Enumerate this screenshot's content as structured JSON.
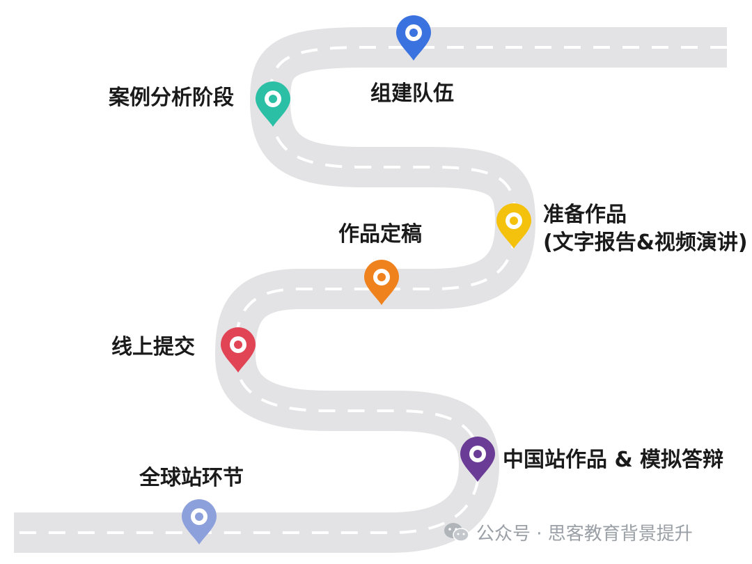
{
  "milestones": [
    {
      "id": "build-team",
      "label": "组建队伍",
      "color": "#3a72e0"
    },
    {
      "id": "case-analysis",
      "label": "案例分析阶段",
      "color": "#2bbfa5"
    },
    {
      "id": "prepare-work",
      "label": "准备作品",
      "sublabel": "(文字报告&视频演讲)",
      "color": "#f4c20d"
    },
    {
      "id": "finalize-work",
      "label": "作品定稿",
      "color": "#f0821e"
    },
    {
      "id": "online-submit",
      "label": "线上提交",
      "color": "#e04455"
    },
    {
      "id": "china-station",
      "label": "中国站作品 & 模拟答辩",
      "color": "#6a3c96"
    },
    {
      "id": "global-station",
      "label": "全球站环节",
      "color": "#8ca0dc"
    }
  ],
  "road": {
    "color": "#e3e3e5",
    "dash_color": "#ffffff"
  },
  "watermark": {
    "text": "公众号 · 思客教育背景提升",
    "icon": "wechat-icon",
    "color": "#9aa0a6"
  }
}
